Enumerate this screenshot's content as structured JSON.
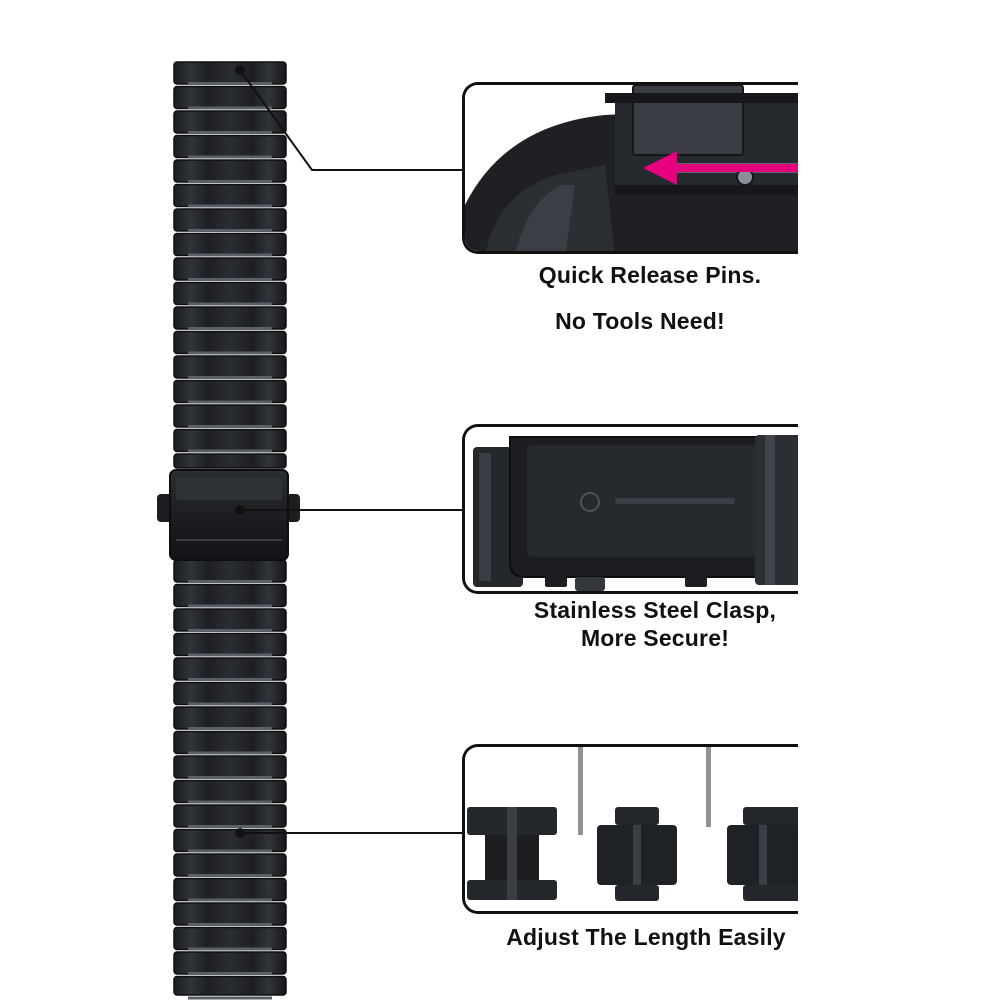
{
  "features": [
    {
      "caption_line1": "Quick Release Pins.",
      "caption_line2": "No Tools Need!"
    },
    {
      "caption_line1": "Stainless Steel Clasp,",
      "caption_line2": "More Secure!"
    },
    {
      "caption_line1": "Adjust The Length Easily"
    }
  ],
  "colors": {
    "band": "#23262b",
    "band_highlight": "#5b6068",
    "outline": "#111111",
    "arrow_accent": "#e6007e",
    "caption": "#111111"
  },
  "icons": {
    "arrow": "left-arrow-icon"
  }
}
